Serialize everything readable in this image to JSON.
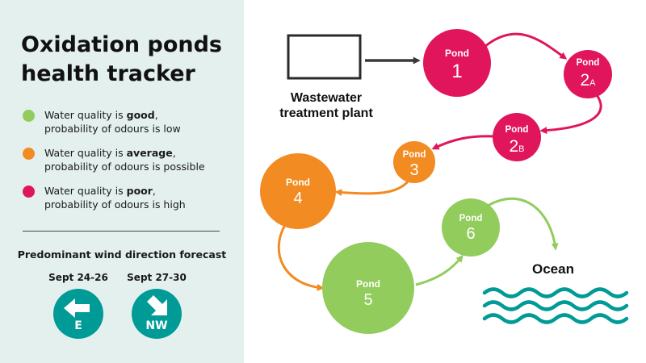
{
  "title_line1": "Oxidation ponds",
  "title_line2": "health tracker",
  "colors": {
    "good": "#92cc5c",
    "average": "#f28b21",
    "poor": "#e0155b",
    "wind": "#009b96",
    "sidebar_bg": "#e3f0ee"
  },
  "legend": [
    {
      "status": "good",
      "line1_prefix": "Water quality is ",
      "line1_bold": "good",
      "line1_suffix": ",",
      "line2": "probability of odours is low"
    },
    {
      "status": "average",
      "line1_prefix": "Water quality is ",
      "line1_bold": "average",
      "line1_suffix": ",",
      "line2": "probability of odours is possible"
    },
    {
      "status": "poor",
      "line1_prefix": "Water quality is ",
      "line1_bold": "poor",
      "line1_suffix": ",",
      "line2": "probability of odours is high"
    }
  ],
  "wind": {
    "title": "Predominant wind direction forecast",
    "forecasts": [
      {
        "dates": "Sept 24-26",
        "direction": "E",
        "icon": "arrow-left-icon"
      },
      {
        "dates": "Sept 27-30",
        "direction": "NW",
        "icon": "arrow-down-right-icon"
      }
    ]
  },
  "plant": {
    "label_line1": "Wastewater",
    "label_line2": "treatment plant"
  },
  "ponds": [
    {
      "id": "pond-1",
      "label": "Pond",
      "number": "1",
      "sub": "",
      "status": "poor"
    },
    {
      "id": "pond-2a",
      "label": "Pond",
      "number": "2",
      "sub": "A",
      "status": "poor"
    },
    {
      "id": "pond-2b",
      "label": "Pond",
      "number": "2",
      "sub": "B",
      "status": "poor"
    },
    {
      "id": "pond-3",
      "label": "Pond",
      "number": "3",
      "sub": "",
      "status": "average"
    },
    {
      "id": "pond-4",
      "label": "Pond",
      "number": "4",
      "sub": "",
      "status": "average"
    },
    {
      "id": "pond-5",
      "label": "Pond",
      "number": "5",
      "sub": "",
      "status": "good"
    },
    {
      "id": "pond-6",
      "label": "Pond",
      "number": "6",
      "sub": "",
      "status": "good"
    }
  ],
  "ocean_label": "Ocean"
}
